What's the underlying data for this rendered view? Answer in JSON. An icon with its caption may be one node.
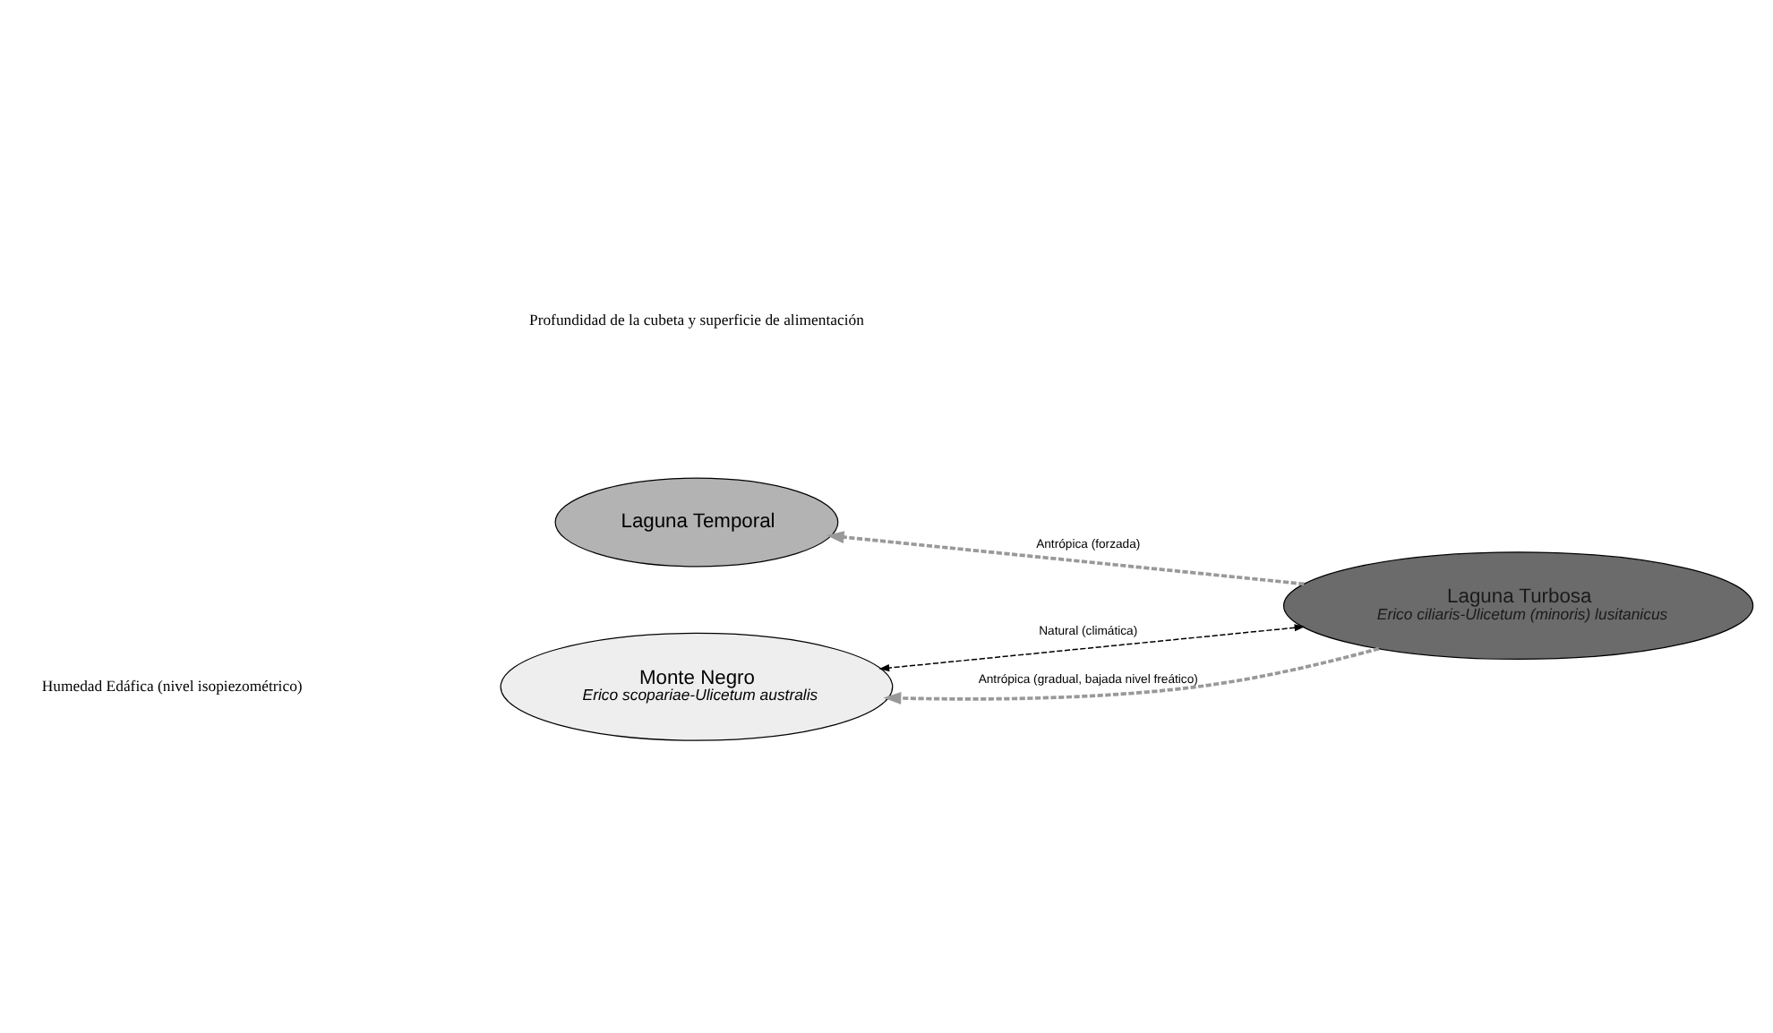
{
  "diagram": {
    "nodes": [
      {
        "text": [
          "Laguna Temporal"
        ]
      },
      {
        "text": [
          "Laguna Turbosa",
          "Erico ciliaris-Ulicetum (minoris) lusitanicus"
        ]
      },
      {
        "text": [
          "Monte Negro",
          "Erico scopariae-Ulicetum australis"
        ]
      }
    ],
    "edges": [
      {
        "from": 1,
        "to": 0,
        "arrow": "to",
        "label": "Antrópica (forzada)",
        "style": "dashed"
      },
      {
        "from": 1,
        "to": 2,
        "arrow": "both",
        "label": "Natural (climática)",
        "style": "dashed",
        "color": "#000000"
      },
      {
        "from": 1,
        "to": 2,
        "arrow": "to",
        "label": "Antrópica (gradual, bajada nivel freático)",
        "style": "dashed"
      }
    ],
    "labels": [
      "Profundidad de la cubeta y superficie de alimentación",
      "Humedad Edáfica (nivel isopiezométrico)"
    ]
  }
}
